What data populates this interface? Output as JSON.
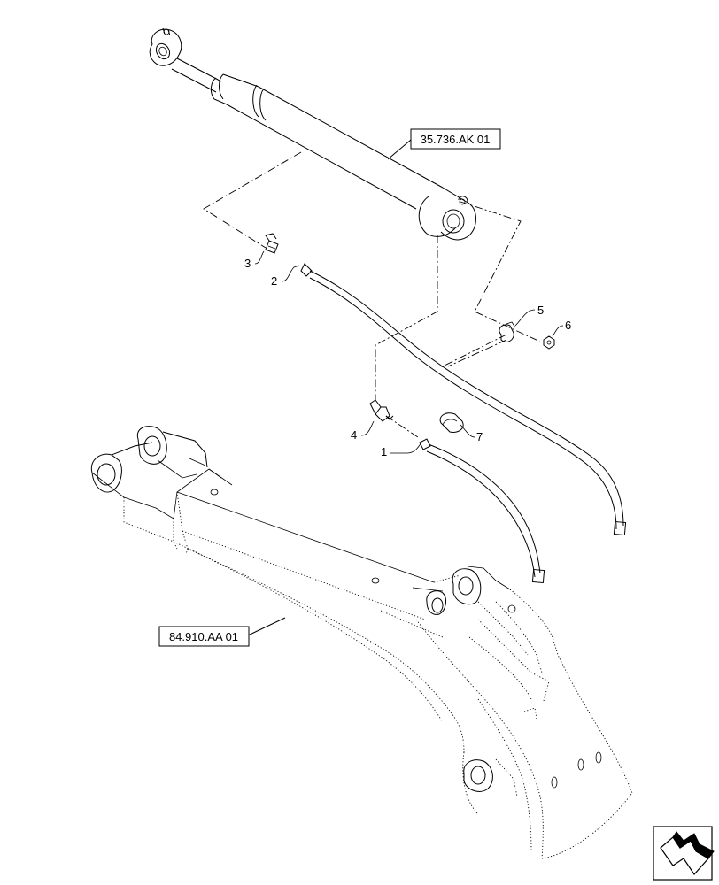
{
  "references": {
    "cylinder": "35.736.AK 01",
    "boom": "84.910.AA 01"
  },
  "callouts": [
    "1",
    "2",
    "3",
    "4",
    "5",
    "6",
    "7"
  ],
  "nav_icon": "next-page-arrow-icon"
}
